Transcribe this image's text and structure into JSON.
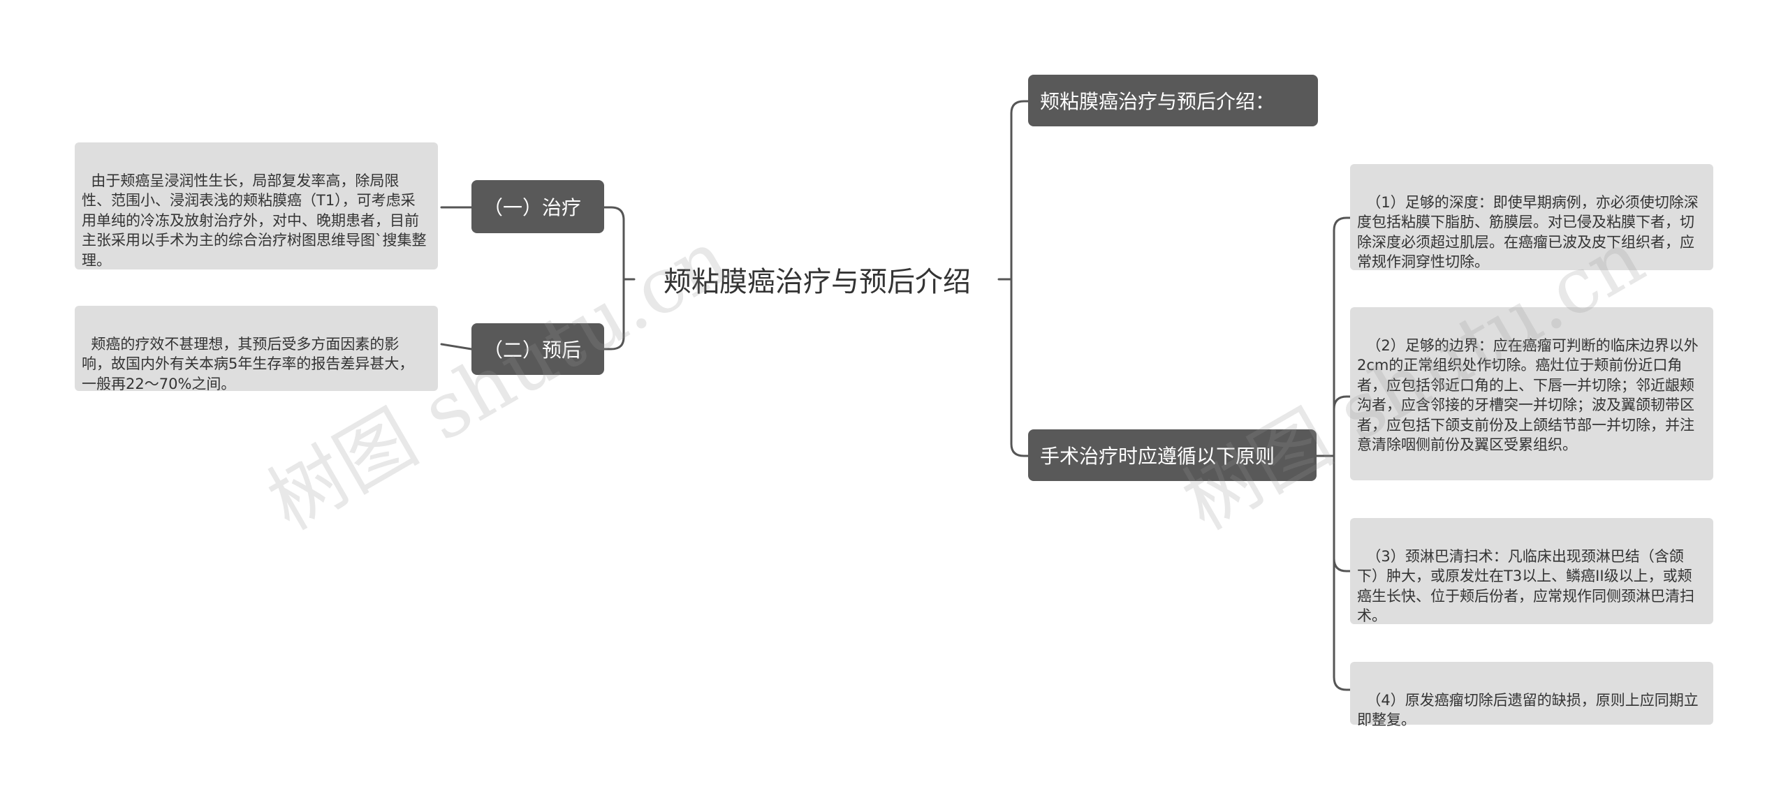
{
  "root": {
    "title": "颊粘膜癌治疗与预后介绍"
  },
  "left": [
    {
      "label": "（一）治疗",
      "text": "由于颊癌呈浸润性生长，局部复发率高，除局限性、范围小、浸润表浅的颊粘膜癌（T1），可考虑采用单纯的冷冻及放射治疗外，对中、晚期患者，目前主张采用以手术为主的综合治疗树图思维导图`搜集整理。"
    },
    {
      "label": "（二）预后",
      "text": "颊癌的疗效不甚理想，其预后受多方面因素的影响，故国内外有关本病5年生存率的报告差异甚大，一般再22～70%之间。"
    }
  ],
  "right": [
    {
      "label": "颊粘膜癌治疗与预后介绍："
    },
    {
      "label": "手术治疗时应遵循以下原则",
      "children": [
        "（1）足够的深度：即使早期病例，亦必须使切除深度包括粘膜下脂肪、筋膜层。对已侵及粘膜下者，切除深度必须超过肌层。在癌瘤已波及皮下组织者，应常规作洞穿性切除。",
        "（2）足够的边界：应在癌瘤可判断的临床边界以外2cm的正常组织处作切除。癌灶位于颊前份近口角者，应包括邻近口角的上、下唇一并切除；邻近龈颊沟者，应含邻接的牙槽突一并切除；波及翼颌韧带区者，应包括下颌支前份及上颌结节部一并切除，并注意清除咽侧前份及翼区受累组织。",
        "（3）颈淋巴清扫术：凡临床出现颈淋巴结（含颌下）肿大，或原发灶在T3以上、鳞癌II级以上，或颊癌生长快、位于颊后份者，应常规作同侧颈淋巴清扫术。",
        "（4）原发癌瘤切除后遗留的缺损，原则上应同期立即整复。"
      ]
    }
  ],
  "watermark": {
    "text": "树图 shutu.cn"
  },
  "colors": {
    "dark_node": "#595959",
    "leaf_bg": "#dedede",
    "line": "#555555"
  }
}
